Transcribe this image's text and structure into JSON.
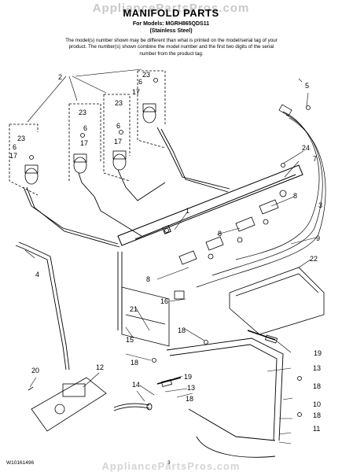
{
  "watermark": "AppliancePartsPros.com",
  "title": "MANIFOLD PARTS",
  "models_line": "For Models: MGRH865QDS11",
  "finish_line": "(Stainless Steel)",
  "note": "The model(s) number shown may be different than what is printed on the model/serial tag of your product. The number(s) shown combine the model number and the first two digits of the serial number from the product tag.",
  "footer_code": "W10161496",
  "page_number": "3",
  "callouts": {
    "c2": "2",
    "c23a": "23",
    "c6a": "6",
    "c17a": "17",
    "c23b": "23",
    "c6b": "6",
    "c17b": "17",
    "c23c": "23",
    "c6c": "6",
    "c17c": "17",
    "c23d": "23",
    "c6d": "6",
    "c17d": "17",
    "c5": "5",
    "c24": "24",
    "c7": "7",
    "c8a": "8",
    "c3": "3",
    "c1": "1",
    "c8b": "8",
    "c9": "9",
    "c22": "22",
    "c8c": "8",
    "c4": "4",
    "c16": "16",
    "c21": "21",
    "c18a": "18",
    "c15": "15",
    "c18b": "18",
    "c19a": "19",
    "c13a": "13",
    "c20": "20",
    "c12": "12",
    "c19b": "19",
    "c14": "14",
    "c13b": "13",
    "c18c": "18",
    "c18d": "18",
    "c10": "10",
    "c18e": "18",
    "c11": "11"
  }
}
